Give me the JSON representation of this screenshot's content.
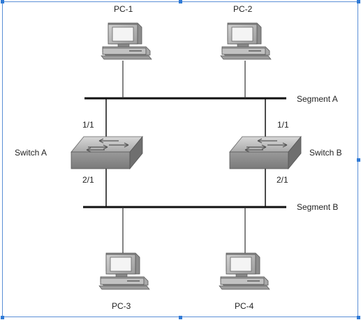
{
  "pcs": [
    {
      "id": "pc1",
      "label": "PC-1"
    },
    {
      "id": "pc2",
      "label": "PC-2"
    },
    {
      "id": "pc3",
      "label": "PC-3"
    },
    {
      "id": "pc4",
      "label": "PC-4"
    }
  ],
  "segments": [
    {
      "id": "segA",
      "label": "Segment A"
    },
    {
      "id": "segB",
      "label": "Segment B"
    }
  ],
  "switches": [
    {
      "id": "swA",
      "label": "Switch A",
      "port_top": "1/1",
      "port_bottom": "2/1"
    },
    {
      "id": "swB",
      "label": "Switch B",
      "port_top": "1/1",
      "port_bottom": "2/1"
    }
  ]
}
